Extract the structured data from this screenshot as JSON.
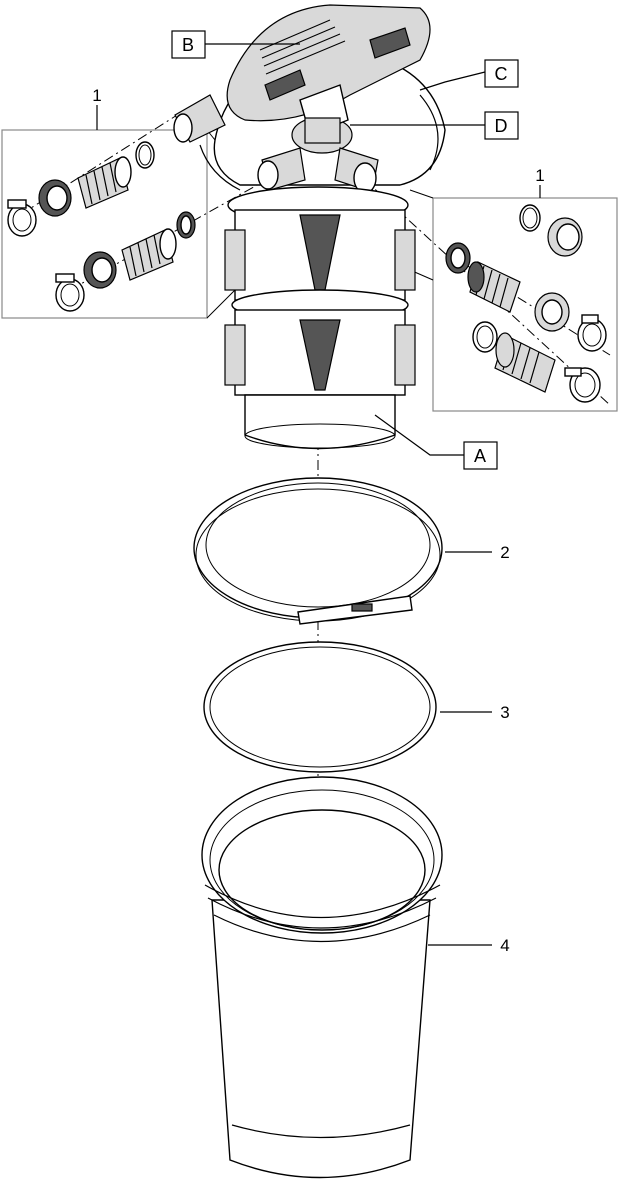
{
  "callouts": {
    "A": "A",
    "B": "B",
    "C": "C",
    "D": "D"
  },
  "parts": {
    "p1_left": "1",
    "p1_right": "1",
    "p2": "2",
    "p3": "3",
    "p4": "4"
  }
}
